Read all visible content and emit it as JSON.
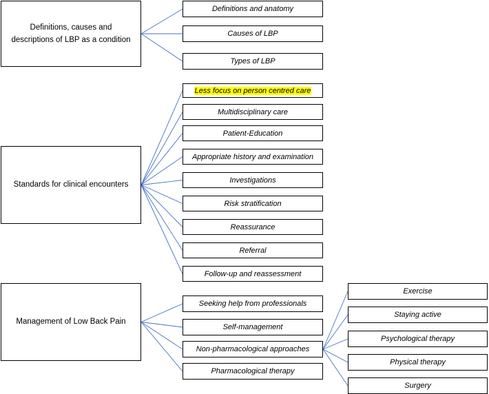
{
  "categories": [
    {
      "id": "cat1",
      "label": "Definitions, causes and descriptions of LBP as a condition"
    },
    {
      "id": "cat2",
      "label": "Standards for clinical encounters"
    },
    {
      "id": "cat3",
      "label": "Management of Low Back Pain"
    }
  ],
  "themes": [
    {
      "id": "t1",
      "label": "Definitions and anatomy",
      "parent": "cat1"
    },
    {
      "id": "t2",
      "label": "Causes of LBP",
      "parent": "cat1"
    },
    {
      "id": "t3",
      "label": "Types of LBP",
      "parent": "cat1"
    },
    {
      "id": "t4",
      "label": "Less focus on person centred care",
      "parent": "cat2",
      "highlight": true
    },
    {
      "id": "t5",
      "label": "Multidisciplinary care",
      "parent": "cat2"
    },
    {
      "id": "t6",
      "label": "Patient-Education",
      "parent": "cat2"
    },
    {
      "id": "t7",
      "label": "Appropriate history and examination",
      "parent": "cat2"
    },
    {
      "id": "t8",
      "label": "Investigations",
      "parent": "cat2"
    },
    {
      "id": "t9",
      "label": "Risk stratification",
      "parent": "cat2"
    },
    {
      "id": "t10",
      "label": "Reassurance",
      "parent": "cat2"
    },
    {
      "id": "t11",
      "label": "Referral",
      "parent": "cat2"
    },
    {
      "id": "t12",
      "label": "Follow-up and reassessment",
      "parent": "cat2"
    },
    {
      "id": "t13",
      "label": "Seeking help from professionals",
      "parent": "cat3"
    },
    {
      "id": "t14",
      "label": "Self-management",
      "parent": "cat3"
    },
    {
      "id": "t15",
      "label": "Non-pharmacological approaches",
      "parent": "cat3"
    },
    {
      "id": "t16",
      "label": "Pharmacological therapy",
      "parent": "cat3"
    }
  ],
  "subthemes": [
    {
      "id": "s1",
      "label": "Exercise",
      "parent": "t15"
    },
    {
      "id": "s2",
      "label": "Staying active",
      "parent": "t15"
    },
    {
      "id": "s3",
      "label": "Psychological therapy",
      "parent": "t15"
    },
    {
      "id": "s4",
      "label": "Physical therapy",
      "parent": "t15"
    },
    {
      "id": "s5",
      "label": "Surgery",
      "parent": "t15"
    }
  ],
  "colors": {
    "connector": "#4472c4",
    "highlight": "#ffff00",
    "border": "#000000"
  }
}
